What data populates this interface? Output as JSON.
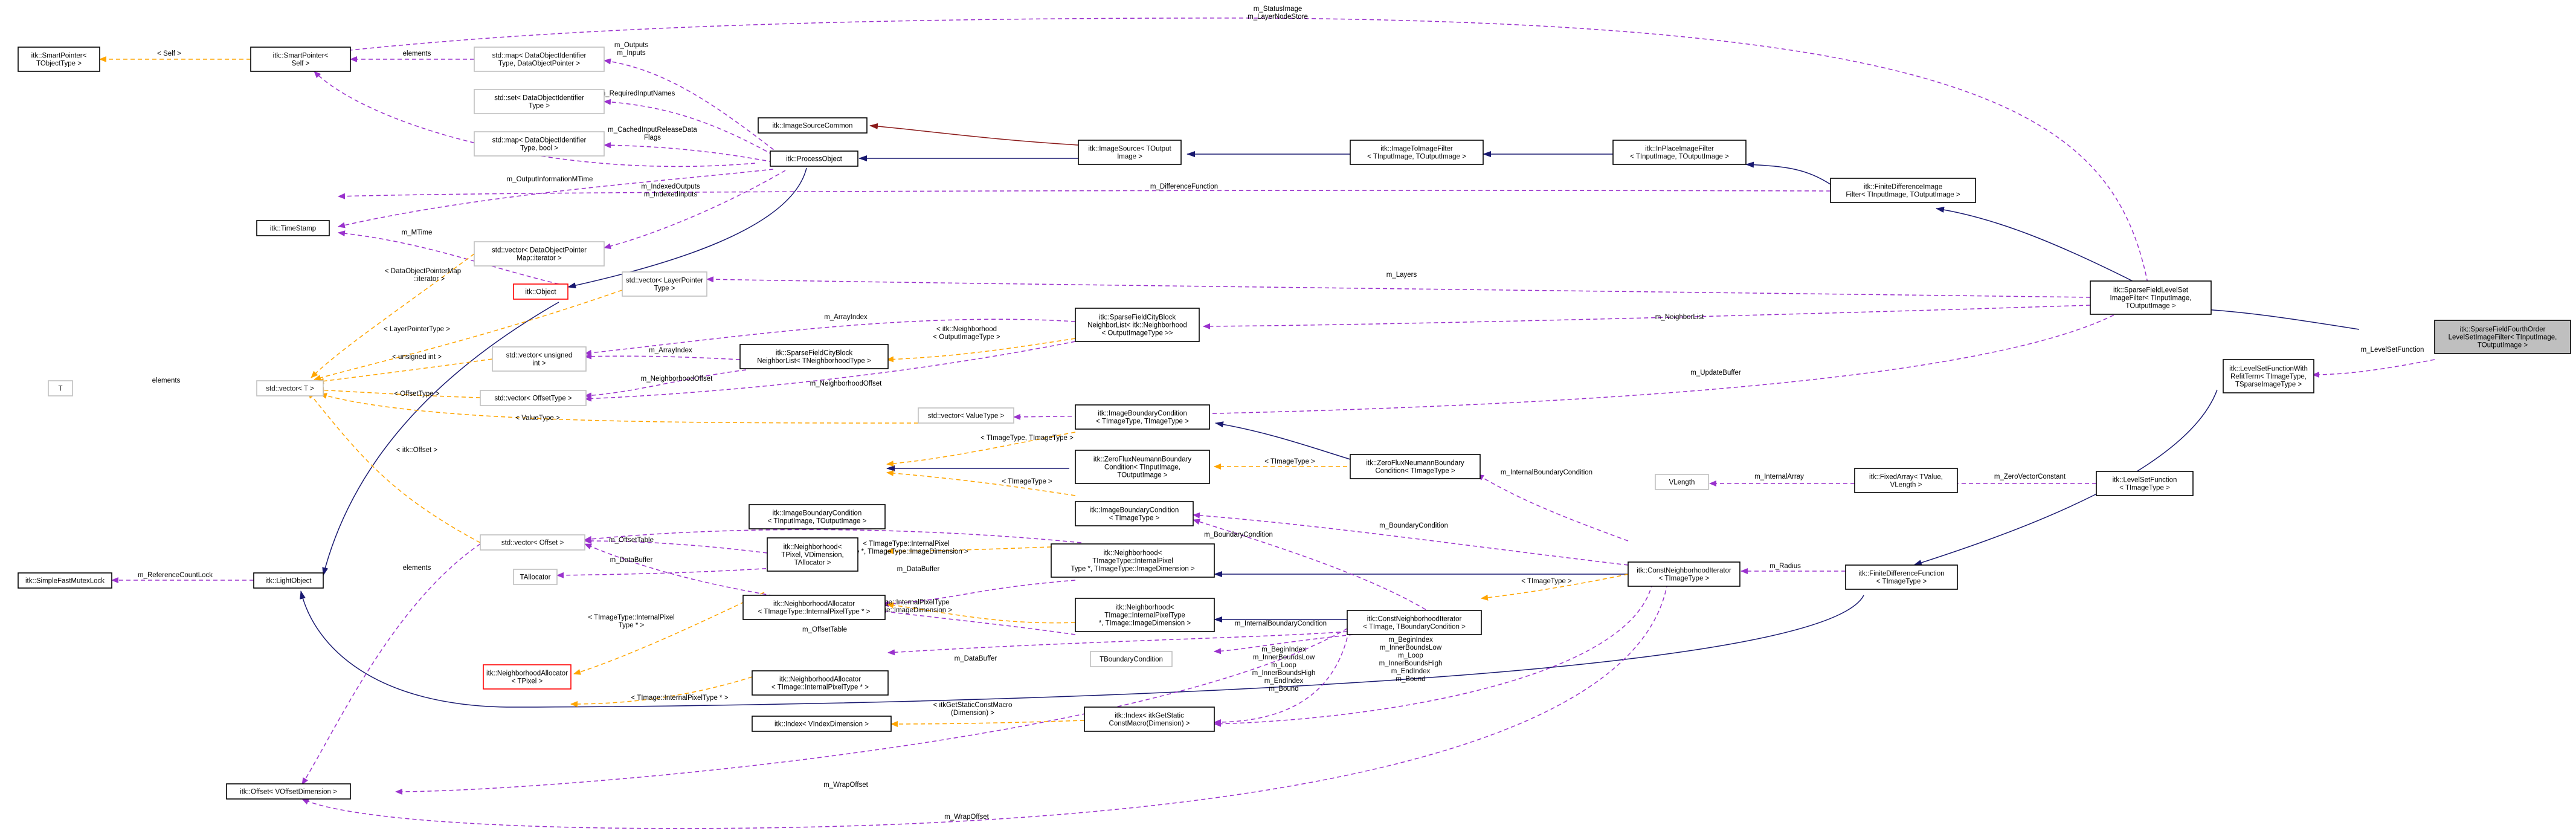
{
  "diagram": {
    "nodes": [
      {
        "id": "smartptr_tobj",
        "style": "normal",
        "lines": [
          "itk::SmartPointer<",
          "TObjectType >"
        ]
      },
      {
        "id": "smartptr_self",
        "style": "normal",
        "lines": [
          "itk::SmartPointer<",
          "Self >"
        ]
      },
      {
        "id": "map_dop",
        "style": "gray",
        "lines": [
          "std::map< DataObjectIdentifier",
          "Type, DataObjectPointer >"
        ]
      },
      {
        "id": "set_doi",
        "style": "gray",
        "lines": [
          "std::set< DataObjectIdentifier",
          "Type >"
        ]
      },
      {
        "id": "map_bool",
        "style": "gray",
        "lines": [
          "std::map< DataObjectIdentifier",
          "Type, bool >"
        ]
      },
      {
        "id": "timestamp",
        "style": "normal",
        "lines": [
          "itk::TimeStamp"
        ]
      },
      {
        "id": "vec_dopm",
        "style": "gray",
        "lines": [
          "std::vector< DataObjectPointer",
          "Map::iterator >"
        ]
      },
      {
        "id": "object",
        "style": "red",
        "lines": [
          "itk::Object"
        ]
      },
      {
        "id": "T",
        "style": "gray",
        "lines": [
          "T"
        ]
      },
      {
        "id": "vec_T",
        "style": "gray",
        "lines": [
          "std::vector< T >"
        ]
      },
      {
        "id": "vec_lpt",
        "style": "gray",
        "lines": [
          "std::vector< LayerPointer",
          "Type >"
        ]
      },
      {
        "id": "vec_uint",
        "style": "gray",
        "lines": [
          "std::vector< unsigned",
          "int >"
        ]
      },
      {
        "id": "vec_offt",
        "style": "gray",
        "lines": [
          "std::vector< OffsetType >"
        ]
      },
      {
        "id": "vec_valt",
        "style": "gray",
        "lines": [
          "std::vector< ValueType >"
        ]
      },
      {
        "id": "vec_off",
        "style": "gray",
        "lines": [
          "std::vector< Offset >"
        ]
      },
      {
        "id": "tallocator",
        "style": "gray",
        "lines": [
          "TAllocator"
        ]
      },
      {
        "id": "sfml",
        "style": "normal",
        "lines": [
          "itk::SimpleFastMutexLock"
        ]
      },
      {
        "id": "lightobject",
        "style": "normal",
        "lines": [
          "itk::LightObject"
        ]
      },
      {
        "id": "offset_dim",
        "style": "normal",
        "lines": [
          "itk::Offset< VOffsetDimension >"
        ]
      },
      {
        "id": "isc",
        "style": "normal",
        "lines": [
          "itk::ImageSourceCommon"
        ]
      },
      {
        "id": "procobj",
        "style": "normal",
        "lines": [
          "itk::ProcessObject"
        ]
      },
      {
        "id": "sfcb_nl",
        "style": "normal",
        "lines": [
          "itk::SparseFieldCityBlock",
          "NeighborList< TNeighborhoodType >"
        ]
      },
      {
        "id": "nbh_generic",
        "style": "normal",
        "lines": [
          "itk::Neighborhood<",
          "TPixel, VDimension,",
          "TAllocator >"
        ]
      },
      {
        "id": "nalloc_tt",
        "style": "normal",
        "lines": [
          "itk::NeighborhoodAllocator",
          "< TImageType::InternalPixelType * >"
        ]
      },
      {
        "id": "nalloc_tp",
        "style": "red",
        "lines": [
          "itk::NeighborhoodAllocator",
          "< TPixel >"
        ]
      },
      {
        "id": "nalloc_ti",
        "style": "normal",
        "lines": [
          "itk::NeighborhoodAllocator",
          "< TImage::InternalPixelType * >"
        ]
      },
      {
        "id": "index_vdim",
        "style": "normal",
        "lines": [
          "itk::Index< VIndexDimension >"
        ]
      },
      {
        "id": "ibc_generic",
        "style": "normal",
        "lines": [
          "itk::ImageBoundaryCondition",
          "< TInputImage, TOutputImage >"
        ]
      },
      {
        "id": "imgsrc",
        "style": "normal",
        "lines": [
          "itk::ImageSource< TOutput",
          "Image >"
        ]
      },
      {
        "id": "sfcb_nl_inst",
        "style": "normal",
        "lines": [
          "itk::SparseFieldCityBlock",
          "NeighborList< itk::Neighborhood",
          "< OutputImageType >>"
        ]
      },
      {
        "id": "ibc_tt",
        "style": "normal",
        "lines": [
          "itk::ImageBoundaryCondition",
          "< TImageType, TImageType >"
        ]
      },
      {
        "id": "zfn_generic",
        "style": "normal",
        "lines": [
          "itk::ZeroFluxNeumannBoundary",
          "Condition< TInputImage,",
          "TOutputImage >"
        ]
      },
      {
        "id": "ibc_img",
        "style": "normal",
        "lines": [
          "itk::ImageBoundaryCondition",
          "< TImageType >"
        ]
      },
      {
        "id": "nbh_tt",
        "style": "normal",
        "lines": [
          "itk::Neighborhood<",
          "TImageType::InternalPixel",
          "Type *, TImageType::ImageDimension >"
        ]
      },
      {
        "id": "nbh_ti",
        "style": "normal",
        "lines": [
          "itk::Neighborhood<",
          "TImage::InternalPixelType",
          "*, TImage::ImageDimension >"
        ]
      },
      {
        "id": "tbc",
        "style": "gray",
        "lines": [
          "TBoundaryCondition"
        ]
      },
      {
        "id": "index_static",
        "style": "normal",
        "lines": [
          "itk::Index< itkGetStatic",
          "ConstMacro(Dimension) >"
        ]
      },
      {
        "id": "itif",
        "style": "normal",
        "lines": [
          "itk::ImageToImageFilter",
          "< TInputImage, TOutputImage >"
        ]
      },
      {
        "id": "zfn_img",
        "style": "normal",
        "lines": [
          "itk::ZeroFluxNeumannBoundary",
          "Condition< TImageType >"
        ]
      },
      {
        "id": "cni_ti",
        "style": "normal",
        "lines": [
          "itk::ConstNeighborhoodIterator",
          "< TImage, TBoundaryCondition >"
        ]
      },
      {
        "id": "ipif",
        "style": "normal",
        "lines": [
          "itk::InPlaceImageFilter",
          "< TInputImage, TOutputImage >"
        ]
      },
      {
        "id": "vlength",
        "style": "gray",
        "lines": [
          "VLength"
        ]
      },
      {
        "id": "fixedarray",
        "style": "normal",
        "lines": [
          "itk::FixedArray< TValue,",
          "VLength >"
        ]
      },
      {
        "id": "cni_img",
        "style": "normal",
        "lines": [
          "itk::ConstNeighborhoodIterator",
          "< TImageType >"
        ]
      },
      {
        "id": "fdif",
        "style": "normal",
        "lines": [
          "itk::FiniteDifferenceImage",
          "Filter< TInputImage, TOutputImage >"
        ]
      },
      {
        "id": "sfls",
        "style": "normal",
        "lines": [
          "itk::SparseFieldLevelSet",
          "ImageFilter< TInputImage,",
          "TOutputImage >"
        ]
      },
      {
        "id": "lsfw",
        "style": "normal",
        "lines": [
          "itk::LevelSetFunctionWith",
          "RefitTerm< TImageType,",
          "TSparseImageType >"
        ]
      },
      {
        "id": "lsf",
        "style": "normal",
        "lines": [
          "itk::LevelSetFunction",
          "< TImageType >"
        ]
      },
      {
        "id": "fdf",
        "style": "normal",
        "lines": [
          "itk::FiniteDifferenceFunction",
          "< TImageType >"
        ]
      },
      {
        "id": "root",
        "style": "root",
        "lines": [
          "itk::SparseFieldFourthOrder",
          "LevelSetImageFilter< TInputImage,",
          "TOutputImage >"
        ]
      }
    ],
    "edge_labels": [
      {
        "id": "l_statusimage",
        "text": "m_StatusImage"
      },
      {
        "id": "l_layernodestore",
        "text": "m_LayerNodeStore"
      },
      {
        "id": "l_self",
        "text": "< Self >"
      },
      {
        "id": "l_elements_top",
        "text": "elements"
      },
      {
        "id": "l_outputs",
        "text": "m_Outputs"
      },
      {
        "id": "l_inputs",
        "text": "m_Inputs"
      },
      {
        "id": "l_reqinput",
        "text": "m_RequiredInputNames"
      },
      {
        "id": "l_cached1",
        "text": "m_CachedInputReleaseData"
      },
      {
        "id": "l_cached2",
        "text": "Flags"
      },
      {
        "id": "l_outinfo",
        "text": "m_OutputInformationMTime"
      },
      {
        "id": "l_diff",
        "text": "m_DifferenceFunction"
      },
      {
        "id": "l_idxout",
        "text": "m_IndexedOutputs"
      },
      {
        "id": "l_idxin",
        "text": "m_IndexedInputs"
      },
      {
        "id": "l_mtime",
        "text": "m_MTime"
      },
      {
        "id": "l_dopm1",
        "text": "< DataObjectPointerMap"
      },
      {
        "id": "l_dopm2",
        "text": "::iterator >"
      },
      {
        "id": "l_layers",
        "text": "m_Layers"
      },
      {
        "id": "l_lpt",
        "text": "< LayerPointerType >"
      },
      {
        "id": "l_arrayindex1",
        "text": "m_ArrayIndex"
      },
      {
        "id": "l_nlist",
        "text": "m_NeighborList"
      },
      {
        "id": "l_nbhit1",
        "text": "< itk::Neighborhood"
      },
      {
        "id": "l_nbhit2",
        "text": "< OutputImageType >"
      },
      {
        "id": "l_uint",
        "text": "< unsigned int >"
      },
      {
        "id": "l_arrayindex2",
        "text": "m_ArrayIndex"
      },
      {
        "id": "l_nbhoffset",
        "text": "m_NeighborhoodOffset"
      },
      {
        "id": "l_elements_T",
        "text": "elements"
      },
      {
        "id": "l_nbhoffset2",
        "text": "m_NeighborhoodOffset"
      },
      {
        "id": "l_updatebuf",
        "text": "m_UpdateBuffer"
      },
      {
        "id": "l_offt",
        "text": "< OffsetType >"
      },
      {
        "id": "l_valt",
        "text": "< ValueType >"
      },
      {
        "id": "l_ttt",
        "text": "< TImageType, TImageType >"
      },
      {
        "id": "l_timgt1",
        "text": "< TImageType >"
      },
      {
        "id": "l_ibcond",
        "text": "m_InternalBoundaryCondition"
      },
      {
        "id": "l_lsfunc",
        "text": "m_LevelSetFunction"
      },
      {
        "id": "l_offset",
        "text": "< itk::Offset >"
      },
      {
        "id": "l_internalarray",
        "text": "m_InternalArray"
      },
      {
        "id": "l_zerovec",
        "text": "m_ZeroVectorConstant"
      },
      {
        "id": "l_timgt2",
        "text": "< TImageType >"
      },
      {
        "id": "l_bcond1",
        "text": "m_BoundaryCondition"
      },
      {
        "id": "l_offtable1",
        "text": "m_OffsetTable"
      },
      {
        "id": "l_offtable2",
        "text": "m_OffsetTable"
      },
      {
        "id": "l_tt_ipt1",
        "text": "< TImageType::InternalPixel"
      },
      {
        "id": "l_tt_ipt2",
        "text": "Type *, TImageType::ImageDimension >"
      },
      {
        "id": "l_databuf1",
        "text": "m_DataBuffer"
      },
      {
        "id": "l_databuf2",
        "text": "m_DataBuffer"
      },
      {
        "id": "l_bcond2",
        "text": "m_BoundaryCondition"
      },
      {
        "id": "l_elements_left",
        "text": "elements"
      },
      {
        "id": "l_radius",
        "text": "m_Radius"
      },
      {
        "id": "l_timgt3",
        "text": "< TImageType >"
      },
      {
        "id": "l_refcount",
        "text": "m_ReferenceCountLock"
      },
      {
        "id": "l_tt_ipt3",
        "text": "< TImageType::InternalPixel"
      },
      {
        "id": "l_tt_ipt4",
        "text": "Type * >"
      },
      {
        "id": "l_ti_ipt1",
        "text": "< TImage::InternalPixelType"
      },
      {
        "id": "l_ti_ipt2",
        "text": "*, TImage::ImageDimension >"
      },
      {
        "id": "l_offtable3",
        "text": "m_OffsetTable"
      },
      {
        "id": "l_ibcond2",
        "text": "m_InternalBoundaryCondition"
      },
      {
        "id": "l_bi1",
        "text": "m_BeginIndex"
      },
      {
        "id": "l_ibl1",
        "text": "m_InnerBoundsLow"
      },
      {
        "id": "l_loop1",
        "text": "m_Loop"
      },
      {
        "id": "l_ibh1",
        "text": "m_InnerBoundsHigh"
      },
      {
        "id": "l_ei1",
        "text": "m_EndIndex"
      },
      {
        "id": "l_bound1",
        "text": "m_Bound"
      },
      {
        "id": "l_bi2",
        "text": "m_BeginIndex"
      },
      {
        "id": "l_ibl2",
        "text": "m_InnerBoundsLow"
      },
      {
        "id": "l_loop2",
        "text": "m_Loop"
      },
      {
        "id": "l_ibh2",
        "text": "m_InnerBoundsHigh"
      },
      {
        "id": "l_ei2",
        "text": "m_EndIndex"
      },
      {
        "id": "l_bound2",
        "text": "m_Bound"
      },
      {
        "id": "l_databuf3",
        "text": "m_DataBuffer"
      },
      {
        "id": "l_ti_ipt3",
        "text": "< TImage::InternalPixelType * >"
      },
      {
        "id": "l_static1",
        "text": "< itkGetStaticConstMacro"
      },
      {
        "id": "l_static2",
        "text": "(Dimension) >"
      },
      {
        "id": "l_wrap1",
        "text": "m_WrapOffset"
      },
      {
        "id": "l_wrap2",
        "text": "m_WrapOffset"
      }
    ]
  }
}
